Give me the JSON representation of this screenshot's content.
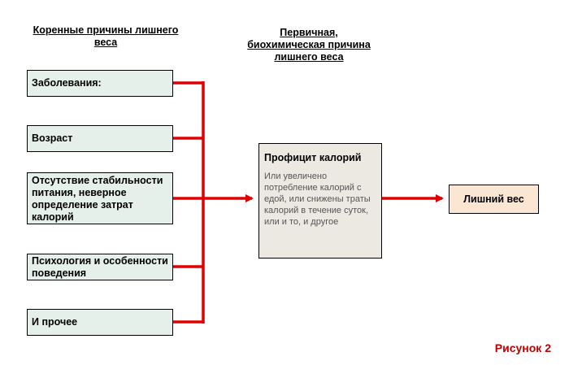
{
  "headings": {
    "root_causes": "Коренные причины лишнего веса",
    "primary_cause": "Первичная, биохимическая причина лишнего веса"
  },
  "causes": [
    "Заболевания:",
    "Возраст",
    "Отсутствие стабильности питания, неверное определение затрат калорий",
    "Психология и особенности поведения",
    "И прочее"
  ],
  "core": {
    "title": "Профицит калорий",
    "description": "Или увеличено потребление калорий с едой, или снижены траты калорий в течение суток, или и то, и другое"
  },
  "result": "Лишний вес",
  "figure_label": "Рисунок 2",
  "colors": {
    "arrow": "#e00000",
    "cause_fill": "#e6f0ea",
    "core_fill": "#ece9e2",
    "result_fill": "#fbe6d3",
    "label": "#c00000"
  }
}
